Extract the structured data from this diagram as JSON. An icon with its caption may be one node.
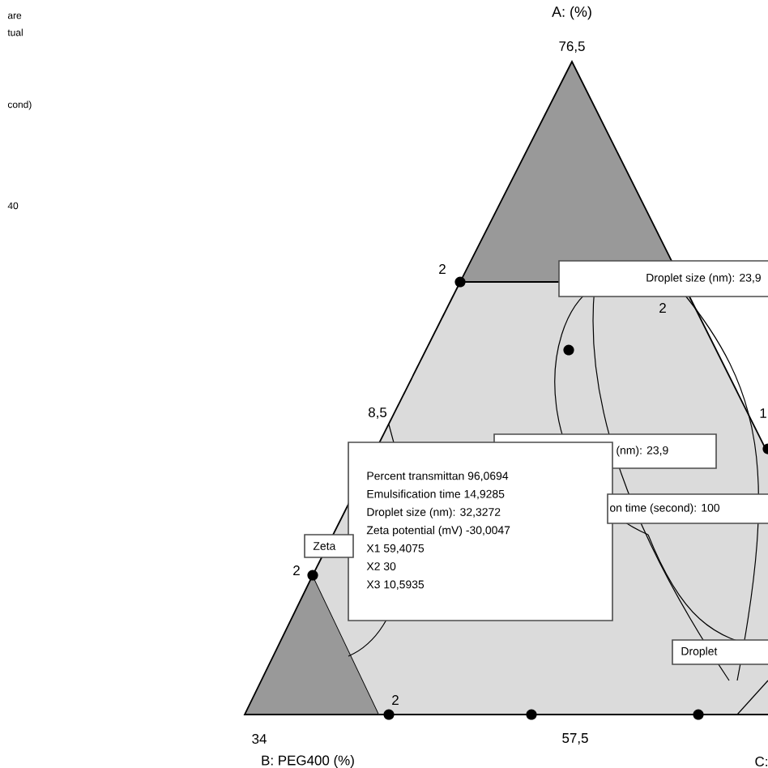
{
  "diagram": {
    "nodes": [
      {
        "text": [
          "Droplet size (nm): 23,9"
        ]
      },
      {
        "text": [
          "(nm): 23,9"
        ]
      },
      {
        "text": [
          "Percent transmittan 96,0694",
          "Emulsification time 14,9285",
          "Droplet size (nm): 32,3272",
          "Zeta potential (mV) -30,0047",
          "X1 59,4075",
          "X2 30",
          "X3 10,5935"
        ]
      },
      {
        "text": [
          "on time (second): 100"
        ]
      },
      {
        "text": [
          "Zeta"
        ]
      },
      {
        "text": [
          "Droplet"
        ]
      }
    ],
    "labels": [
      "are",
      "tual",
      "cond)",
      "40",
      "A: (%)",
      "76,5",
      "2",
      "2",
      "8,5",
      "1",
      "2",
      "2",
      "34",
      "57,5",
      "B: PEG400 (%)",
      "C:"
    ]
  }
}
